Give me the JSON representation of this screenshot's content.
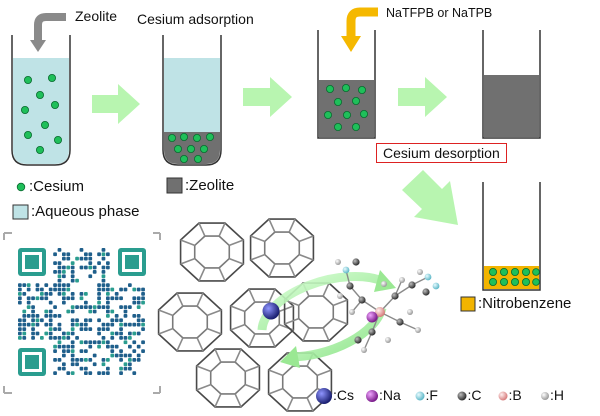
{
  "labels": {
    "zeolite_top": "Zeolite",
    "cesium_adsorption": "Cesium adsorption",
    "reagent": "NaTFPB or NaTPB",
    "cesium_desorption": "Cesium desorption"
  },
  "legend": {
    "cesium": ":Cesium",
    "aqueous_phase": ":Aqueous phase",
    "zeolite": ":Zeolite",
    "nitrobenzene": ":Nitrobenzene"
  },
  "atom_legend": [
    {
      "symbol": ":Cs",
      "color": "#2a2f8f"
    },
    {
      "symbol": ":Na",
      "color": "#9b2fa8"
    },
    {
      "symbol": ":F",
      "color": "#8fd6e0"
    },
    {
      "symbol": ":C",
      "color": "#555555"
    },
    {
      "symbol": ":B",
      "color": "#f0a0a0"
    },
    {
      "symbol": ":H",
      "color": "#d8d8d8"
    }
  ],
  "colors": {
    "aqueous": "#bfe3e6",
    "zeolite": "#707070",
    "cesium": "#1fbf5a",
    "nitrobenzene": "#f2b400",
    "arrow_green": "#b8f5b0",
    "reagent_arrow": "#f5b800",
    "zeolite_arrow": "#8a8a8a",
    "qr_blue": "#1f5f8b",
    "qr_teal": "#2a9d8f"
  },
  "icons": {
    "qr": "qr-code-icon",
    "framework": "zeolite-framework-illustration"
  }
}
